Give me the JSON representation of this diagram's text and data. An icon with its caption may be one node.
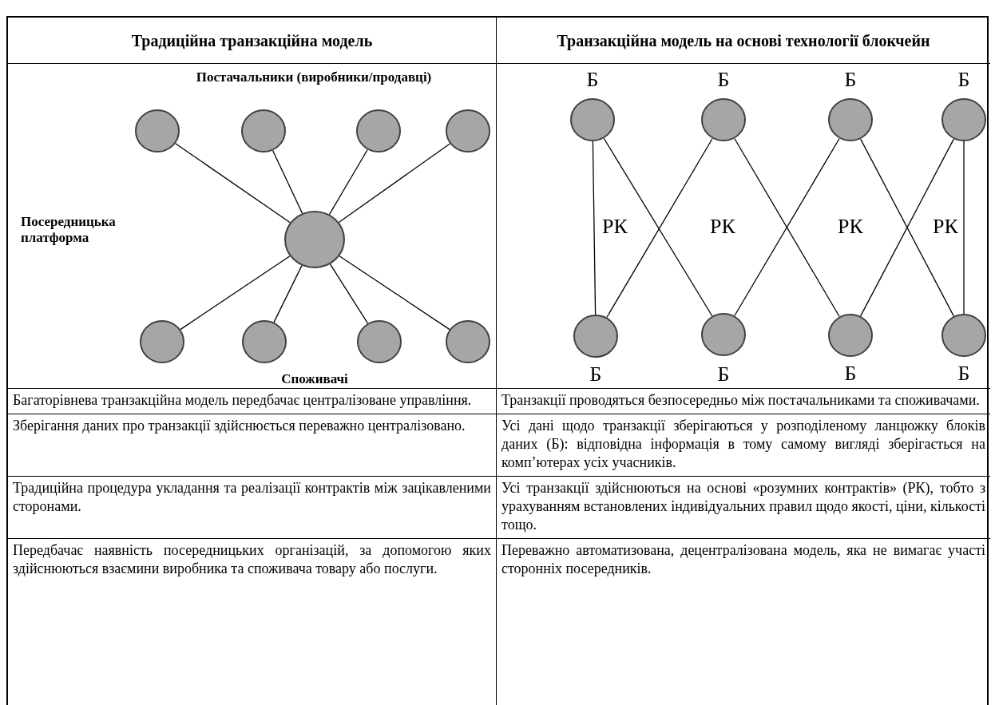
{
  "diagram": {
    "nodes": [
      {
        "text": [],
        "shape": "circle"
      },
      {
        "text": [],
        "shape": "circle"
      },
      {
        "text": [],
        "shape": "circle"
      },
      {
        "text": [],
        "shape": "circle"
      },
      {
        "text": [],
        "shape": "circle"
      },
      {
        "text": [],
        "shape": "circle"
      },
      {
        "text": [],
        "shape": "circle"
      },
      {
        "text": [],
        "shape": "circle"
      },
      {
        "text": [],
        "shape": "circle"
      },
      {
        "text": [],
        "shape": "circle",
        "beside": [
          "Б"
        ]
      },
      {
        "text": [],
        "shape": "circle",
        "beside": [
          "Б"
        ]
      },
      {
        "text": [],
        "shape": "circle",
        "beside": [
          "Б"
        ]
      },
      {
        "text": [],
        "shape": "circle",
        "beside": [
          "Б"
        ]
      },
      {
        "text": [],
        "shape": "circle",
        "beside": [
          "Б"
        ]
      },
      {
        "text": [],
        "shape": "circle",
        "beside": [
          "Б"
        ]
      },
      {
        "text": [],
        "shape": "circle",
        "beside": [
          "Б"
        ]
      },
      {
        "text": [],
        "shape": "circle",
        "beside": [
          "Б"
        ]
      }
    ],
    "edges": [
      {
        "from": 0,
        "to": 4,
        "arrow": "none"
      },
      {
        "from": 1,
        "to": 4,
        "arrow": "none"
      },
      {
        "from": 2,
        "to": 4,
        "arrow": "none"
      },
      {
        "from": 3,
        "to": 4,
        "arrow": "none"
      },
      {
        "from": 4,
        "to": 5,
        "arrow": "none"
      },
      {
        "from": 4,
        "to": 6,
        "arrow": "none"
      },
      {
        "from": 4,
        "to": 7,
        "arrow": "none"
      },
      {
        "from": 4,
        "to": 8,
        "arrow": "none"
      },
      {
        "from": 9,
        "to": 13,
        "arrow": "none"
      },
      {
        "from": 9,
        "to": 14,
        "arrow": "none"
      },
      {
        "from": 10,
        "to": 13,
        "arrow": "none"
      },
      {
        "from": 10,
        "to": 15,
        "arrow": "none"
      },
      {
        "from": 11,
        "to": 14,
        "arrow": "none"
      },
      {
        "from": 11,
        "to": 16,
        "arrow": "none"
      },
      {
        "from": 12,
        "to": 15,
        "arrow": "none"
      },
      {
        "from": 12,
        "to": 16,
        "arrow": "none"
      }
    ],
    "labels": [
      "Традиційна транзакційна модель",
      "Транзакційна модель на основі технології блокчейн",
      "Постачальники (виробники/продавці)",
      "Посередницька платформа",
      "РК",
      "РК",
      "РК",
      "РК",
      "Споживачі",
      "Багаторівнева транзакційна модель передбачає централізоване управління.",
      "Транзакції проводяться безпосередньо між постачальниками та споживачами.",
      "Зберігання даних про транзакції здійснюється переважно централізовано.",
      "Усі дані щодо транзакції зберігаються у розподіленому ланцюжку блоків даних (Б): відповідна інформація в тому самому вигляді зберігається на комп’ютерах усіх учасників.",
      "Традиційна процедура укладання та реалізації контрактів між зацікавленими сторонами.",
      "Усі транзакції здійснюються на основі «розумних контрактів» (РК), тобто з урахуванням встановлених індивідуальних правил щодо якості, ціни, кількості тощо.",
      "Передбачає наявність посередницьких організацій, за допомогою яких здійснюються взаємини виробника та споживача товару або послуги.",
      "Переважно автоматизована, децентралізована модель, яка не вимагає участі сторонніх посередників."
    ]
  }
}
